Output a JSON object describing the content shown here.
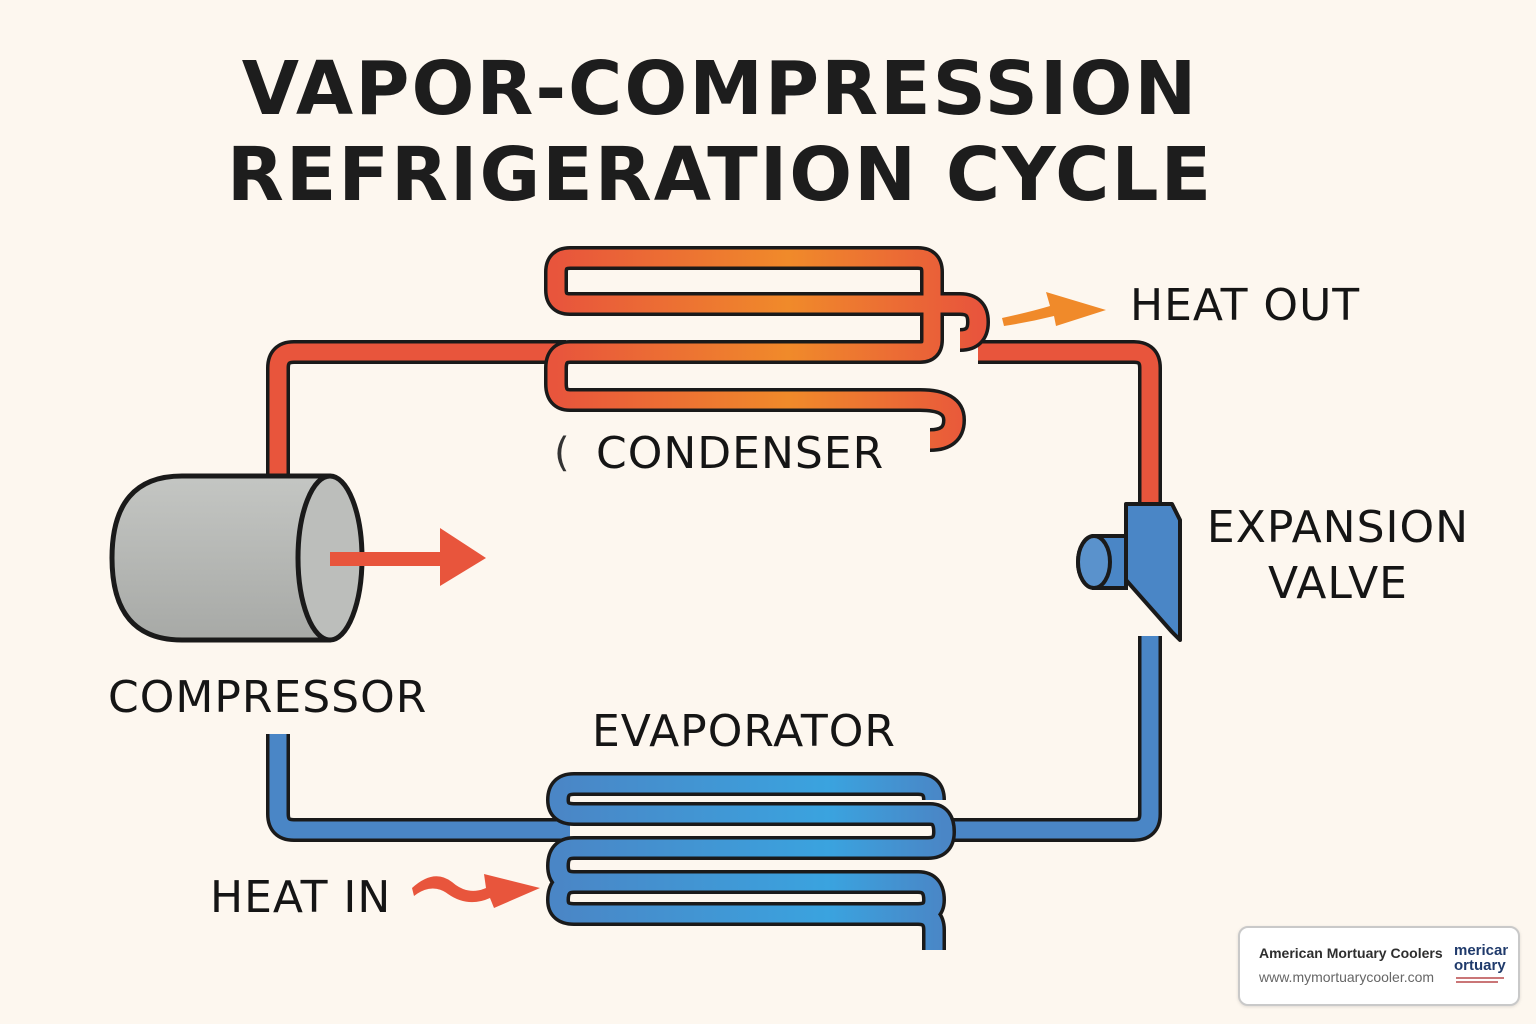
{
  "title": {
    "line1": "VAPOR-COMPRESSION",
    "line2": "REFRIGERATION CYCLE"
  },
  "labels": {
    "condenser": "CONDENSER",
    "condenser_mark": "(",
    "compressor": "COMPRESSOR",
    "evaporator": "EVAPORATOR",
    "expansion_line1": "EXPANSION",
    "expansion_line2": "VALVE",
    "heat_out": "HEAT OUT",
    "heat_in": "HEAT IN"
  },
  "colors": {
    "hot": "#e8553c",
    "hot_orange": "#f08a2a",
    "cold": "#4a86c6",
    "cold_light": "#3aa3df",
    "compressor_body": "#b5b7b5",
    "background": "#fdf7ef"
  },
  "watermark": {
    "company": "American Mortuary Coolers",
    "url": "www.mymortuarycooler.com",
    "logo_line1": "merican",
    "logo_line2": "ortuary"
  }
}
